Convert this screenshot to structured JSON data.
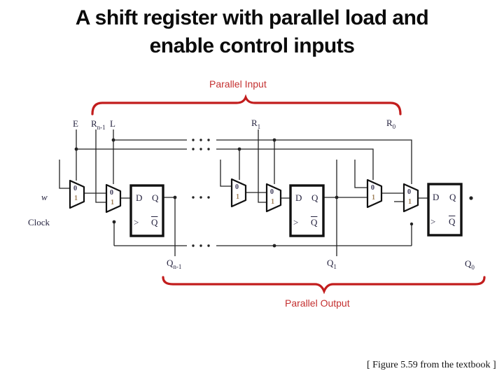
{
  "slide": {
    "title_line1": "A shift register with parallel load and",
    "title_line2": "enable control inputs",
    "caption": "[ Figure 5.59 from the textbook ]"
  },
  "annotations": {
    "parallel_input": "Parallel Input",
    "parallel_output": "Parallel Output"
  },
  "signals": {
    "enable": "E",
    "r_msb_base": "R",
    "r_msb_sub": "n-1",
    "load": "L",
    "r1_base": "R",
    "r1_sub": "1",
    "r0_base": "R",
    "r0_sub": "0",
    "serial_in": "w",
    "clock": "Clock",
    "q_msb_base": "Q",
    "q_msb_sub": "n-1",
    "q1_base": "Q",
    "q1_sub": "1",
    "q0_base": "Q",
    "q0_sub": "0"
  },
  "mux": {
    "in0": "0",
    "in1": "1"
  },
  "flipflop": {
    "d": "D",
    "q": "Q",
    "clock_edge": ">",
    "q_bar": "Q"
  },
  "colors": {
    "accent_red": "#c21d1d",
    "wire": "#222222",
    "label_ink": "#262440"
  }
}
